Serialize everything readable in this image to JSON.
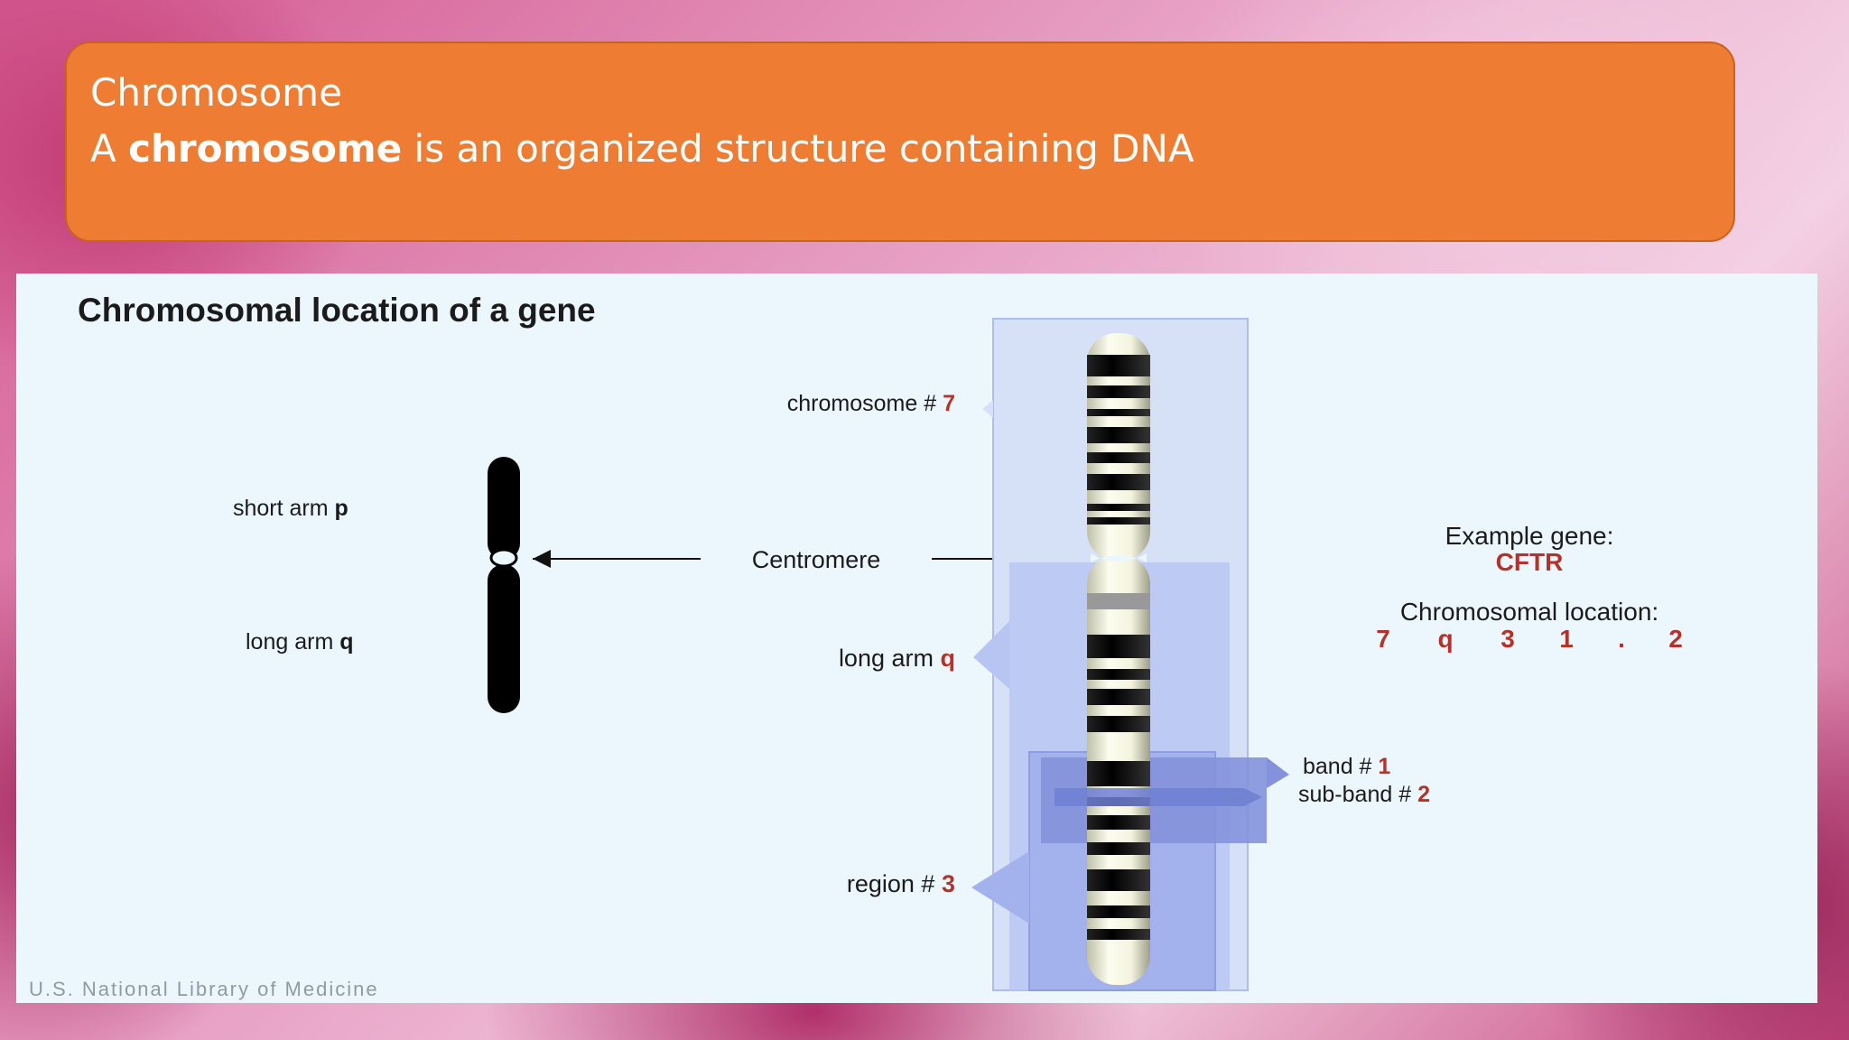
{
  "slide": {
    "title": "Chromosome",
    "definition_prefix": "A ",
    "definition_term": "chromosome",
    "definition_rest": " is an organized structure containing DNA"
  },
  "figure": {
    "title": "Chromosomal location of a gene",
    "left_labels": {
      "short_arm": "short arm",
      "short_arm_letter": "p",
      "long_arm": "long arm",
      "long_arm_letter": "q"
    },
    "centromere": "Centromere",
    "chromosome_label": "chromosome #",
    "chromosome_number": "7",
    "long_arm_label": "long arm",
    "long_arm_letter": "q",
    "region_label": "region #",
    "region_number": "3",
    "band_label": "band #",
    "band_number": "1",
    "subband_label": "sub-band #",
    "subband_number": "2",
    "example_label": "Example gene:",
    "example_gene": "CFTR",
    "location_label": "Chromosomal location:",
    "location_chars": [
      "7",
      "q",
      "3",
      "1",
      ".",
      "2"
    ],
    "credit": "U.S. National Library of Medicine",
    "colors": {
      "accent_red": "#b4322a",
      "header_orange": "#ee7d33",
      "highlight_blue": "#8f9de0"
    }
  }
}
